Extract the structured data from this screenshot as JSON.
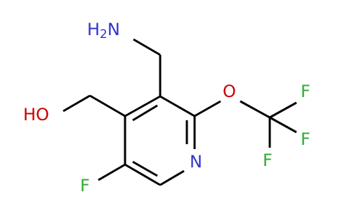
{
  "molecule": {
    "labels": {
      "amine_h": "H",
      "amine_sub": "2",
      "amine_n": "N",
      "hydroxyl": "HO",
      "ring_n": "N",
      "ring_f": "F",
      "ether_o": "O",
      "cf3_f_top": "F",
      "cf3_f_mid": "F",
      "cf3_f_bottom": "F"
    },
    "colors": {
      "bond": "#000000",
      "nitrogen": "#3333cc",
      "oxygen": "#cc0000",
      "fluorine": "#33aa33",
      "carbon": "#000000"
    }
  }
}
